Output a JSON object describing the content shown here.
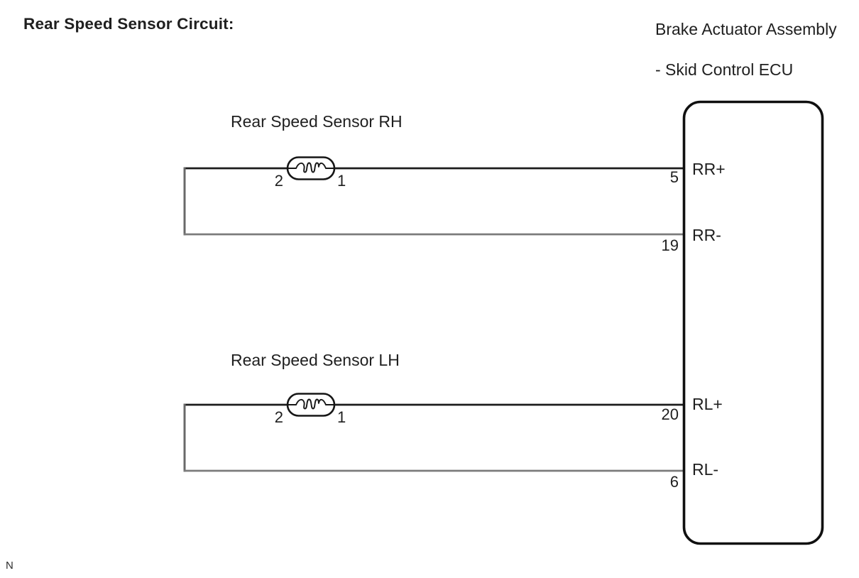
{
  "title": "Rear Speed Sensor Circuit:",
  "ecu": {
    "heading_line1": "Brake Actuator Assembly",
    "heading_line2": "- Skid Control ECU",
    "pins": [
      {
        "number": "5",
        "signal": "RR+"
      },
      {
        "number": "19",
        "signal": "RR-"
      },
      {
        "number": "20",
        "signal": "RL+"
      },
      {
        "number": "6",
        "signal": "RL-"
      }
    ]
  },
  "sensors": [
    {
      "label": "Rear Speed Sensor RH",
      "terminal_left": "2",
      "terminal_right": "1"
    },
    {
      "label": "Rear Speed Sensor LH",
      "terminal_left": "2",
      "terminal_right": "1"
    }
  ],
  "footnote": "N",
  "icons": {
    "sensor_symbol": "inductor-coil-in-stadium-outline"
  },
  "colors": {
    "background": "#ffffff",
    "text": "#1f1f1f",
    "wire": "#1c1c1c",
    "loop_leg": "#696969",
    "return_wire": "#7b7b7b",
    "outline": "#101010",
    "symbol_stroke": "#161616",
    "symbol_fill": "#ffffff"
  }
}
